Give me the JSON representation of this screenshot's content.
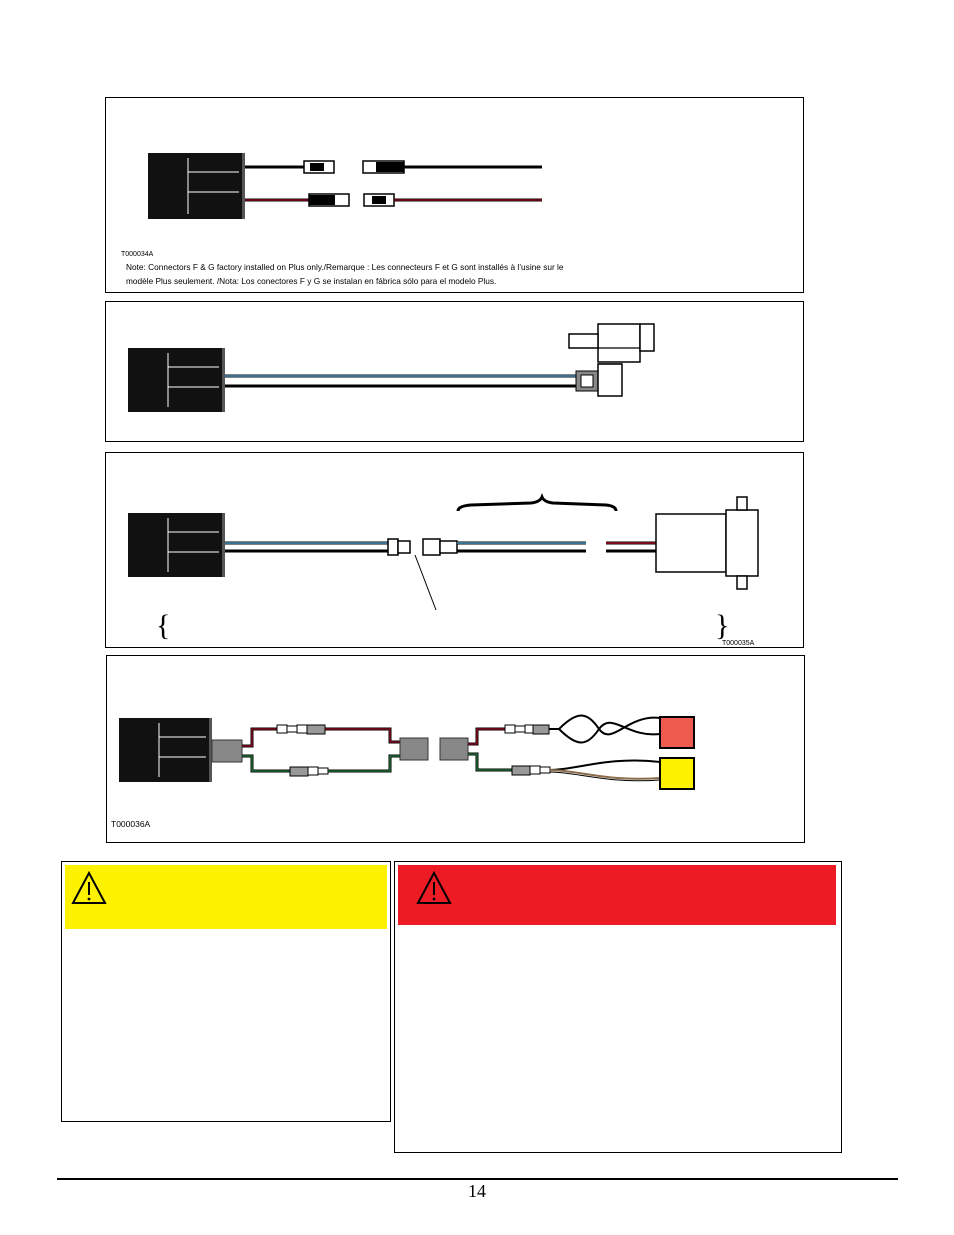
{
  "diagrams": [
    {
      "code": "T000034A",
      "note_lines": [
        "Note: Connectors F & G factory installed on Plus only./Remarque : Les connecteurs F et G sont installés à l’usine sur le",
        "modèle Plus seulement. /Nota: Los conectores F y G se instalan en fábrica sólo para el modelo Plus."
      ]
    },
    {
      "code": ""
    },
    {
      "code": "T000035A"
    },
    {
      "code": "T000036A"
    }
  ],
  "colors": {
    "caution": "#fff200",
    "warning": "#ed1c24",
    "wire_red": "#c8102e",
    "wire_blue": "#5bb8e6",
    "wire_green": "#2e9e4f",
    "wire_brown": "#8b6b4a",
    "sensor_red": "#ef5a4f",
    "sensor_yellow": "#fff200"
  },
  "icons": [
    "warning-triangle-icon"
  ],
  "page_number": "14"
}
